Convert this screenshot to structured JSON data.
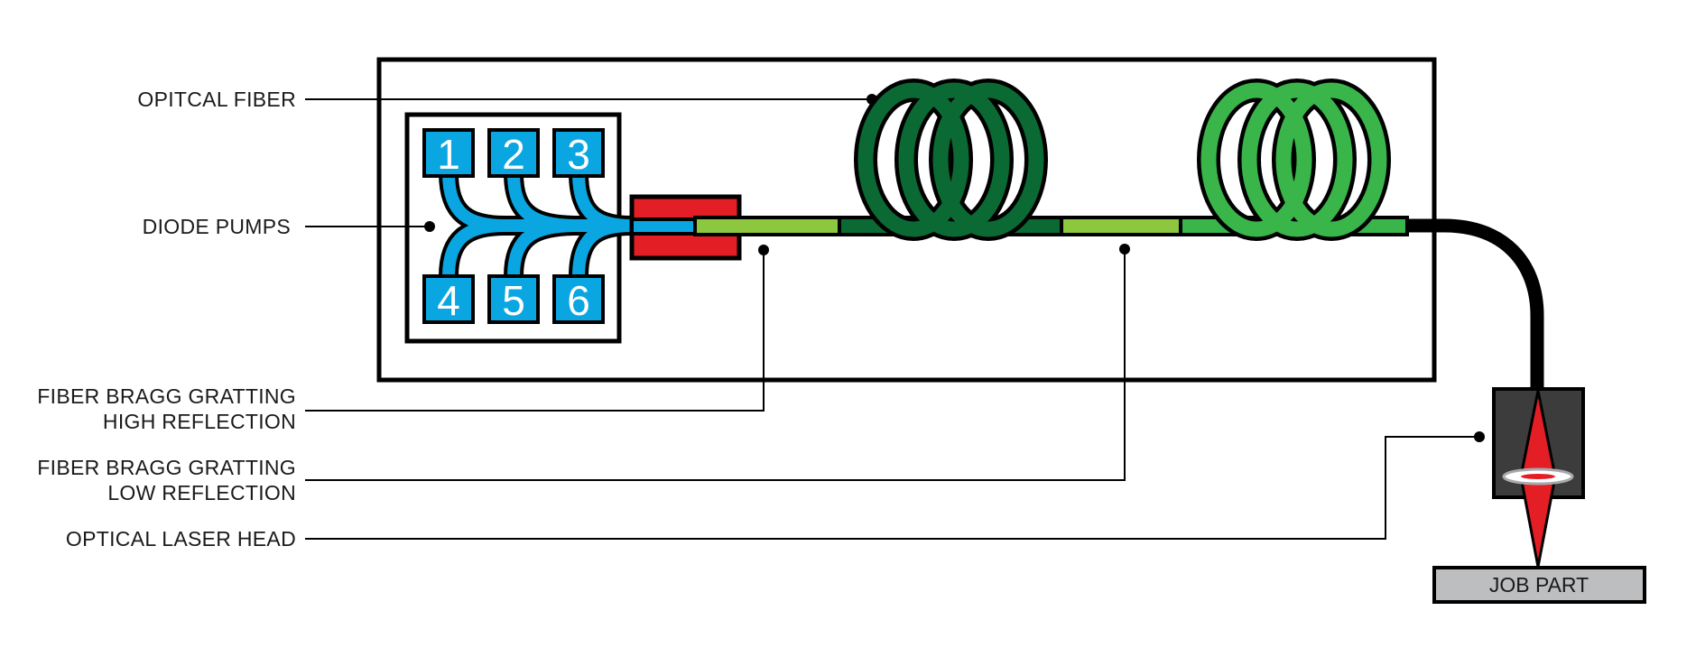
{
  "labels": {
    "optical_fiber": "OPITCAL FIBER",
    "diode_pumps": "DIODE PUMPS",
    "fbg_high_1": "FIBER BRAGG GRATTING",
    "fbg_high_2": "HIGH REFLECTION",
    "fbg_low_1": "FIBER BRAGG GRATTING",
    "fbg_low_2": "LOW REFLECTION",
    "laser_head": "OPTICAL LASER HEAD",
    "job_part": "JOB PART"
  },
  "pumps": [
    "1",
    "2",
    "3",
    "4",
    "5",
    "6"
  ],
  "colors": {
    "pump_blue": "#0aa6e2",
    "fiber_dark_green": "#0b6a34",
    "fiber_light_green": "#39b54a",
    "grating_lime": "#8dc63f",
    "coupler_red": "#e31e24",
    "laser_red": "#e31e24",
    "head_gray": "#3c3c3c",
    "job_part_gray": "#bcbec0",
    "outline": "#000000"
  }
}
